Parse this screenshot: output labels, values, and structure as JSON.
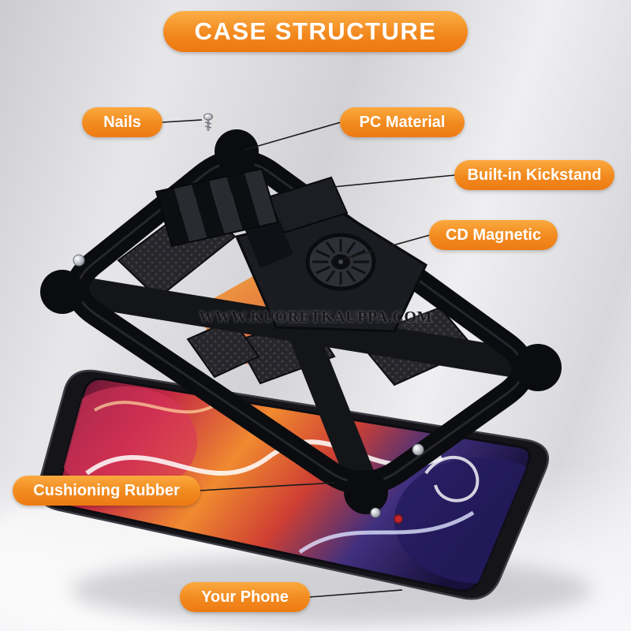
{
  "banner": {
    "title": "CASE STRUCTURE"
  },
  "watermark": "WWW.KUORETKAUPPA.COM",
  "callouts": {
    "nails": "Nails",
    "pc_material": "PC Material",
    "built_in_kickstand": "Built-in Kickstand",
    "cd_magnetic": "CD Magnetic",
    "cushioning_rubber": "Cushioning Rubber",
    "your_phone": "Your Phone"
  },
  "icons": {
    "nail_target": "screw-icon",
    "case_screws": "screw-icon",
    "cd_plate": "cd-magnet-icon",
    "kickstand": "kickstand-accordion-icon"
  },
  "colors": {
    "label_gradient_top": "#FBA93E",
    "label_gradient_bottom": "#EE7A13",
    "label_text": "#FFFFFF",
    "case_black": "#0B0C0F",
    "watermark_text": "#17171C",
    "background_gray": "#DEDEE2"
  }
}
